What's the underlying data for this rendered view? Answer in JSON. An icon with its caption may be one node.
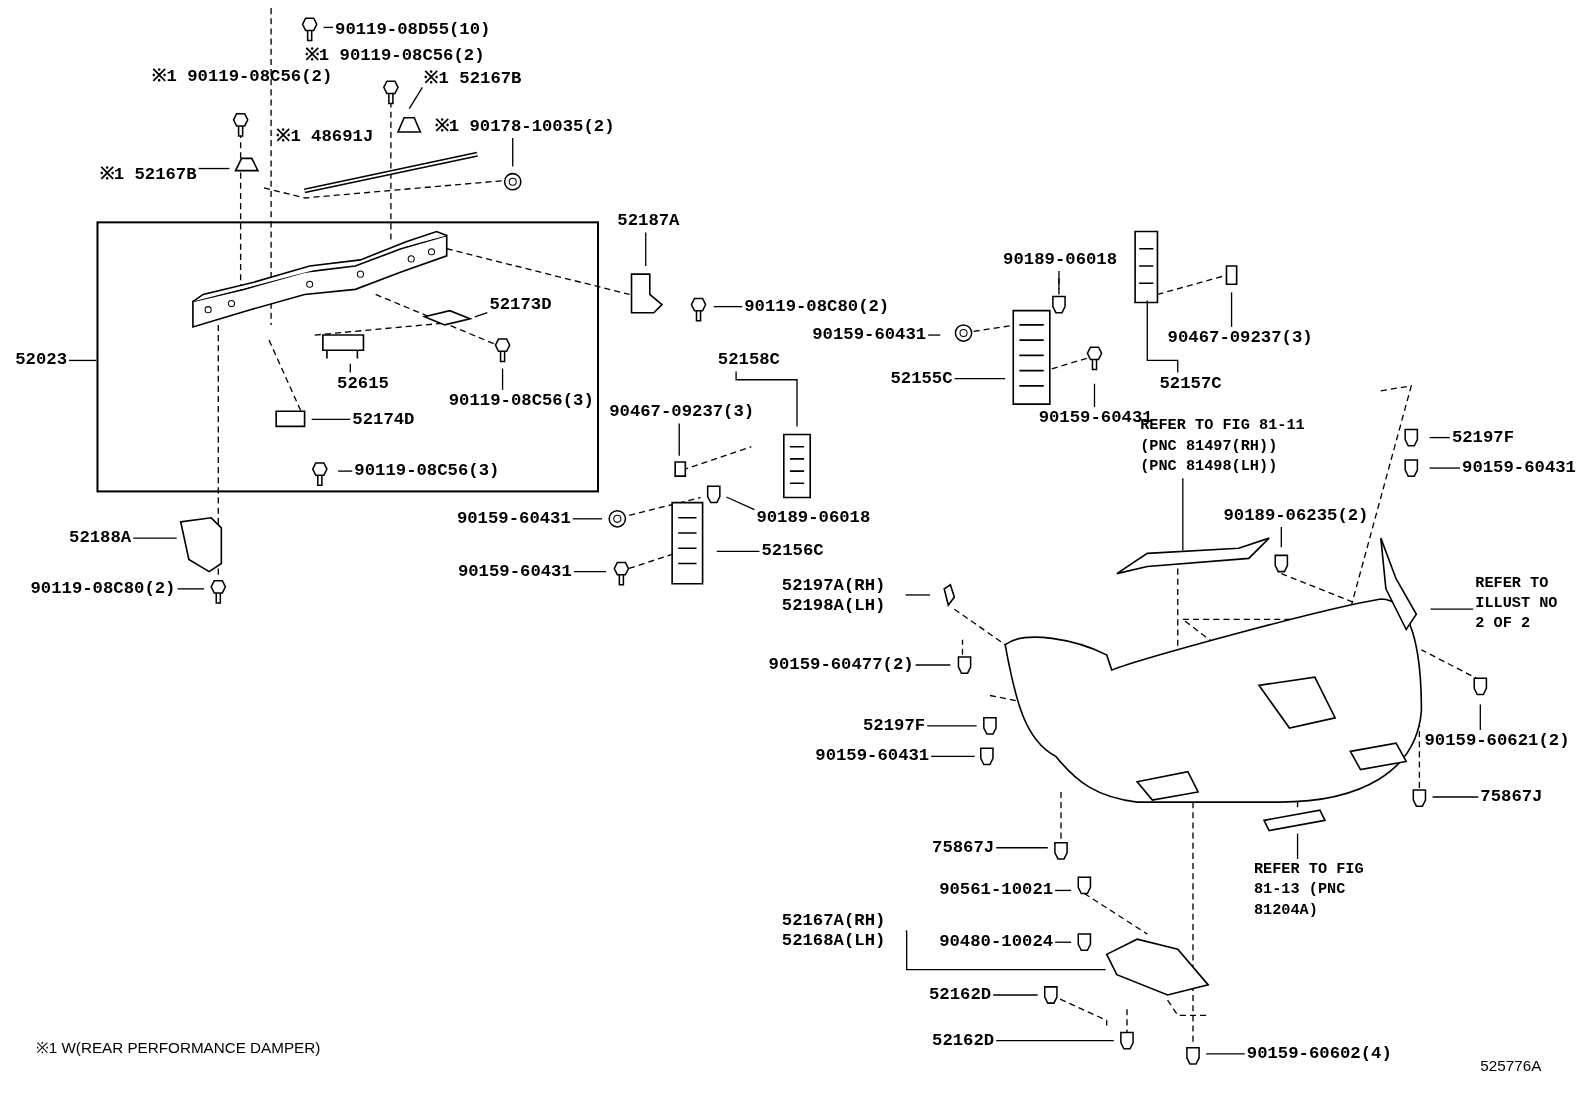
{
  "diagram": {
    "nodes": [
      {
        "text": [
          "90119-08D55(10)"
        ]
      },
      {
        "text": [
          "※1 52167B"
        ]
      },
      {
        "text": [
          "※1 90178-10035(2)"
        ]
      },
      {
        "text": [
          "※1 52167B"
        ]
      },
      {
        "text": [],
        "shape": "box"
      },
      {
        "text": [
          "52173D"
        ],
        "in": 4
      },
      {
        "text": [
          "52615"
        ],
        "in": 4
      },
      {
        "text": [
          "90119-08C56(3)"
        ],
        "in": 4
      },
      {
        "text": [
          "52174D"
        ],
        "in": 4
      },
      {
        "text": [
          "90119-08C56(3)"
        ],
        "in": 4
      },
      {
        "text": [
          "52023"
        ]
      },
      {
        "text": [
          "52187A"
        ]
      },
      {
        "text": [
          "90119-08C80(2)"
        ]
      },
      {
        "text": [
          "90189-06018"
        ]
      },
      {
        "text": [
          "90467-09237(3)"
        ]
      },
      {
        "text": [
          "90159-60431"
        ]
      },
      {
        "text": [
          "52155C"
        ]
      },
      {
        "text": [
          "90159-60431"
        ]
      },
      {
        "text": [
          "52157C"
        ]
      },
      {
        "text": [
          "52158C"
        ]
      },
      {
        "text": [
          "90467-09237(3)"
        ]
      },
      {
        "text": [
          "REFER TO FIG 81-11 (PNC 81497(RH)) (PNC 81498(LH))"
        ]
      },
      {
        "text": [
          "52197F"
        ]
      },
      {
        "text": [
          "90159-60431"
        ]
      },
      {
        "text": [
          "90159-60431"
        ]
      },
      {
        "text": [
          "90189-06018"
        ]
      },
      {
        "text": [
          "90189-06235(2)"
        ]
      },
      {
        "text": [
          "52188A"
        ]
      },
      {
        "text": [
          "52156C"
        ]
      },
      {
        "text": [
          "90159-60431"
        ]
      },
      {
        "text": [
          "REFER TO ILLUST NO 2 OF 2"
        ]
      },
      {
        "text": [
          "52197A(RH) 52198A(LH)"
        ]
      },
      {
        "text": [
          "90119-08C80(2)"
        ]
      },
      {
        "text": [
          "90159-60477(2)"
        ]
      },
      {
        "text": [
          "90159-60621(2)"
        ]
      },
      {
        "text": [
          "52197F"
        ]
      },
      {
        "text": [
          "90159-60431"
        ]
      },
      {
        "text": [
          "75867J"
        ]
      },
      {
        "text": [
          "75867J"
        ]
      },
      {
        "text": [
          "REFER TO FIG 81-13 (PNC 81204A)"
        ]
      },
      {
        "text": [
          "90561-10021"
        ]
      },
      {
        "text": [
          "52167A(RH) 52168A(LH)"
        ]
      },
      {
        "text": [
          "90480-10024"
        ]
      },
      {
        "text": [
          "52162D"
        ]
      },
      {
        "text": [
          "52162D"
        ]
      },
      {
        "text": [
          "90159-60602(4)"
        ]
      }
    ],
    "edges": [
      {
        "from": 0,
        "to": null,
        "arrow": "none"
      },
      {
        "from": 1,
        "to": null,
        "arrow": "none"
      },
      {
        "from": 2,
        "to": null,
        "arrow": "none"
      },
      {
        "from": 3,
        "to": null,
        "arrow": "none"
      },
      {
        "from": 5,
        "to": null,
        "arrow": "none"
      },
      {
        "from": 6,
        "to": null,
        "arrow": "none"
      },
      {
        "from": 7,
        "to": null,
        "arrow": "none"
      },
      {
        "from": 8,
        "to": null,
        "arrow": "none"
      },
      {
        "from": 9,
        "to": null,
        "arrow": "none"
      },
      {
        "from": 10,
        "to": 4,
        "arrow": "none"
      },
      {
        "from": 11,
        "to": null,
        "arrow": "none"
      },
      {
        "from": 12,
        "to": null,
        "arrow": "none"
      },
      {
        "from": 13,
        "to": null,
        "arrow": "none"
      },
      {
        "from": 14,
        "to": null,
        "arrow": "none"
      },
      {
        "from": 15,
        "to": null,
        "arrow": "none"
      },
      {
        "from": 16,
        "to": null,
        "arrow": "none"
      },
      {
        "from": 17,
        "to": null,
        "arrow": "none"
      },
      {
        "from": 18,
        "to": null,
        "arrow": "none"
      },
      {
        "from": 19,
        "to": null,
        "arrow": "none"
      },
      {
        "from": 20,
        "to": null,
        "arrow": "none"
      },
      {
        "from": 21,
        "to": null,
        "arrow": "none"
      },
      {
        "from": 22,
        "to": null,
        "arrow": "none"
      },
      {
        "from": 23,
        "to": null,
        "arrow": "none"
      },
      {
        "from": 24,
        "to": null,
        "arrow": "none"
      },
      {
        "from": 25,
        "to": null,
        "arrow": "none"
      },
      {
        "from": 26,
        "to": null,
        "arrow": "none"
      },
      {
        "from": 27,
        "to": null,
        "arrow": "none"
      },
      {
        "from": 28,
        "to": null,
        "arrow": "none"
      },
      {
        "from": 29,
        "to": null,
        "arrow": "none"
      },
      {
        "from": 30,
        "to": null,
        "arrow": "none"
      },
      {
        "from": 31,
        "to": null,
        "arrow": "none"
      },
      {
        "from": 32,
        "to": null,
        "arrow": "none"
      },
      {
        "from": 33,
        "to": null,
        "arrow": "none"
      },
      {
        "from": 34,
        "to": null,
        "arrow": "none"
      },
      {
        "from": 35,
        "to": null,
        "arrow": "none"
      },
      {
        "from": 36,
        "to": null,
        "arrow": "none"
      },
      {
        "from": 37,
        "to": null,
        "arrow": "none"
      },
      {
        "from": 38,
        "to": null,
        "arrow": "none"
      },
      {
        "from": 39,
        "to": null,
        "arrow": "none"
      },
      {
        "from": 40,
        "to": null,
        "arrow": "none"
      },
      {
        "from": 41,
        "to": null,
        "arrow": "none"
      },
      {
        "from": 42,
        "to": null,
        "arrow": "none"
      },
      {
        "from": 43,
        "to": null,
        "arrow": "none"
      },
      {
        "from": 44,
        "to": null,
        "arrow": "none"
      },
      {
        "from": 45,
        "to": null,
        "arrow": "none"
      }
    ],
    "labels": [
      "※1 90119-08C56(2)",
      "※1 90119-08C56(2)",
      "※1 48691J",
      "※1 W(REAR PERFORMANCE DAMPER)",
      "525776A"
    ]
  }
}
